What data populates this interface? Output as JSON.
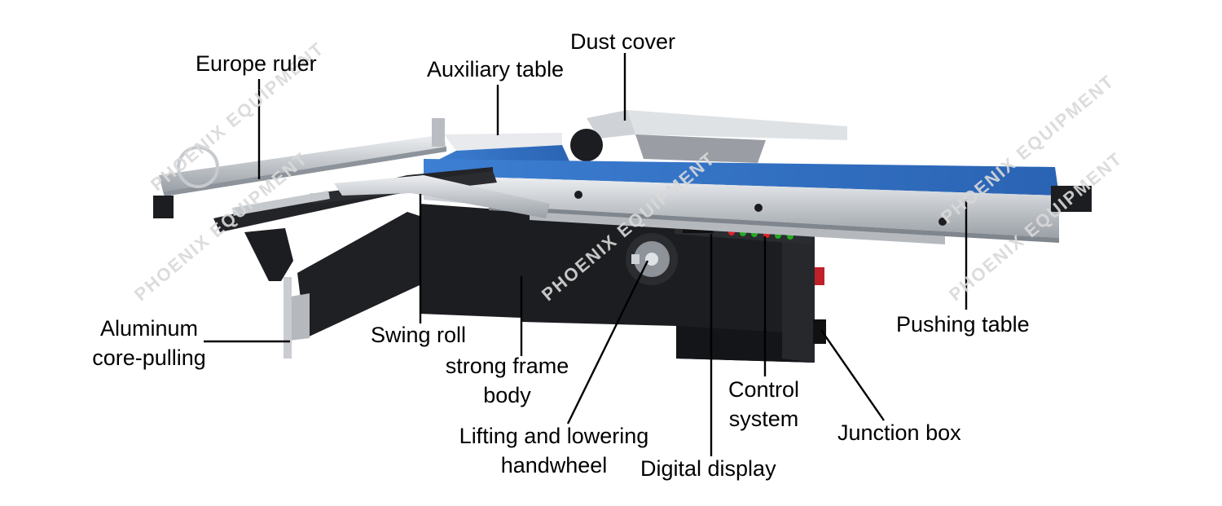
{
  "labels": {
    "europe_ruler": "Europe ruler",
    "auxiliary_table": "Auxiliary table",
    "dust_cover": "Dust cover",
    "aluminum_core_pulling_l1": "Aluminum",
    "aluminum_core_pulling_l2": "core-pulling",
    "swing_roll": "Swing roll",
    "strong_frame_body_l1": "strong frame",
    "strong_frame_body_l2": "body",
    "lifting_handwheel_l1": "Lifting and lowering",
    "lifting_handwheel_l2": "handwheel",
    "digital_display": "Digital display",
    "control_system_l1": "Control",
    "control_system_l2": "system",
    "junction_box": "Junction box",
    "pushing_table": "Pushing table"
  },
  "watermark": "PHOENIX EQUIPMENT",
  "colors": {
    "table_blue": "#2f6fc4",
    "frame_black": "#1c1d20",
    "aluminum": "#c9ccd0",
    "leader_line": "#000000"
  }
}
